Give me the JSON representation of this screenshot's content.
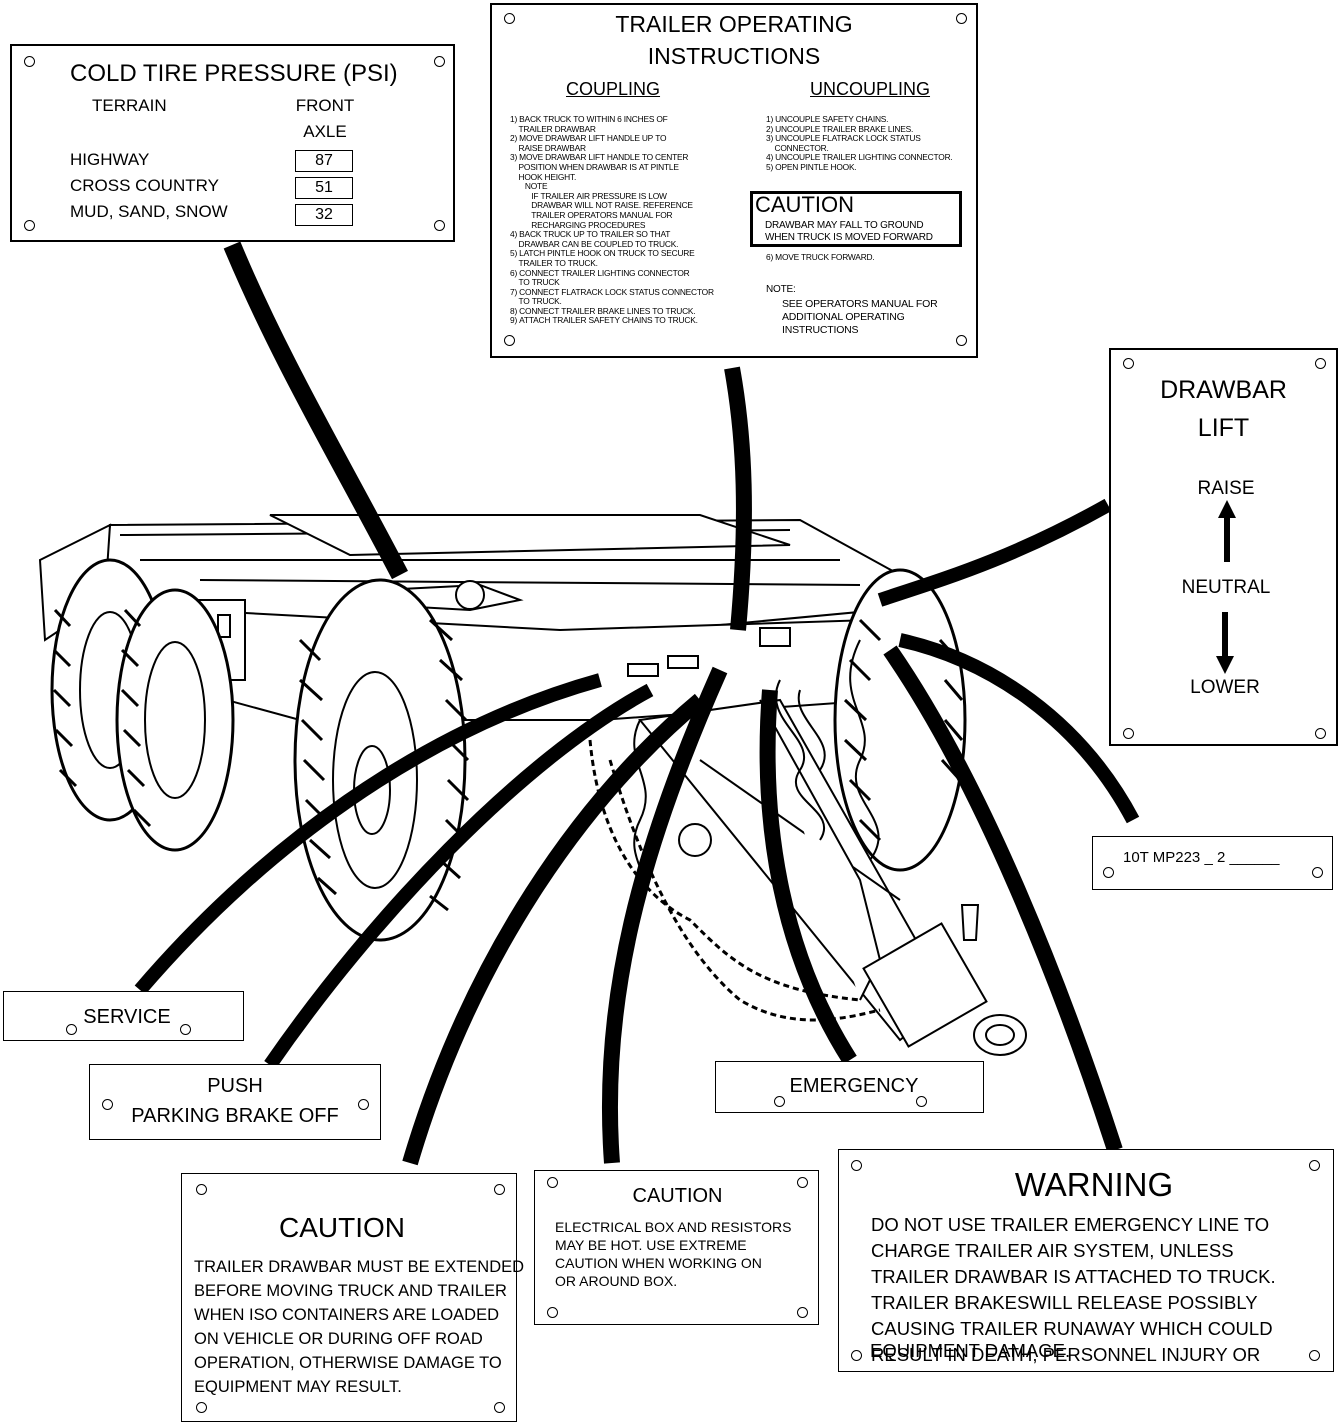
{
  "tire_plate": {
    "title": "COLD TIRE PRESSURE (PSI)",
    "col_terrain": "TERRAIN",
    "col_front": "FRONT",
    "col_axle": "AXLE",
    "rows": [
      {
        "terrain": "HIGHWAY",
        "psi": "87"
      },
      {
        "terrain": "CROSS COUNTRY",
        "psi": "51"
      },
      {
        "terrain": "MUD, SAND, SNOW",
        "psi": "32"
      }
    ]
  },
  "operating_plate": {
    "title_line1": "TRAILER OPERATING",
    "title_line2": "INSTRUCTIONS",
    "coupling_heading": "COUPLING",
    "uncoupling_heading": "UNCOUPLING",
    "coupling_steps": [
      "1) BACK TRUCK TO WITHIN 6 INCHES OF",
      "    TRAILER DRAWBAR",
      "2) MOVE DRAWBAR LIFT HANDLE UP TO",
      "    RAISE DRAWBAR",
      "3) MOVE DRAWBAR LIFT HANDLE TO CENTER",
      "    POSITION WHEN DRAWBAR IS AT PINTLE",
      "    HOOK HEIGHT.",
      "       NOTE",
      "          IF TRAILER AIR PRESSURE IS LOW",
      "          DRAWBAR WILL NOT RAISE. REFERENCE",
      "          TRAILER OPERATORS MANUAL FOR",
      "          RECHARGING PROCEDURES",
      "4) BACK TRUCK UP TO TRAILER SO THAT",
      "    DRAWBAR CAN BE COUPLED TO TRUCK.",
      "5) LATCH PINTLE HOOK ON TRUCK TO SECURE",
      "    TRAILER TO TRUCK.",
      "6) CONNECT TRAILER LIGHTING CONNECTOR",
      "    TO TRUCK",
      "7) CONNECT FLATRACK LOCK STATUS CONNECTOR",
      "    TO TRUCK.",
      "8) CONNECT TRAILER BRAKE LINES TO TRUCK.",
      "9) ATTACH TRAILER SAFETY CHAINS TO TRUCK."
    ],
    "uncoupling_steps": [
      "1) UNCOUPLE SAFETY CHAINS.",
      "2) UNCOUPLE TRAILER BRAKE LINES.",
      "3) UNCOUPLE FLATRACK LOCK STATUS",
      "    CONNECTOR.",
      "4) UNCOUPLE TRAILER LIGHTING CONNECTOR.",
      "5) OPEN PINTLE HOOK."
    ],
    "caution_title": "CAUTION",
    "caution_line1": "DRAWBAR MAY FALL TO GROUND",
    "caution_line2": "WHEN TRUCK IS MOVED FORWARD",
    "step6": "6) MOVE TRUCK FORWARD.",
    "note_label": "NOTE:",
    "note_lines": [
      "SEE OPERATORS MANUAL FOR",
      "ADDITIONAL OPERATING",
      "INSTRUCTIONS"
    ]
  },
  "drawbar_plate": {
    "title_line1": "DRAWBAR",
    "title_line2": "LIFT",
    "raise": "RAISE",
    "neutral": "NEUTRAL",
    "lower": "LOWER"
  },
  "id_plate": {
    "text": "10T MP223 _ 2 ______"
  },
  "service_plate": {
    "text": "SERVICE"
  },
  "parking_plate": {
    "line1": "PUSH",
    "line2": "PARKING BRAKE OFF"
  },
  "emergency_plate": {
    "text": "EMERGENCY"
  },
  "caution_drawbar_plate": {
    "title": "CAUTION",
    "lines": [
      "TRAILER DRAWBAR MUST BE EXTENDED",
      "BEFORE MOVING TRUCK AND TRAILER",
      "WHEN ISO CONTAINERS ARE LOADED",
      "ON VEHICLE OR DURING OFF ROAD",
      "OPERATION, OTHERWISE DAMAGE TO",
      "EQUIPMENT MAY RESULT."
    ]
  },
  "caution_electrical_plate": {
    "title": "CAUTION",
    "lines": [
      "ELECTRICAL BOX AND RESISTORS",
      "MAY BE HOT.   USE EXTREME",
      "CAUTION WHEN WORKING ON",
      "OR AROUND BOX."
    ]
  },
  "warning_plate": {
    "title": "WARNING",
    "lines": [
      "DO NOT USE TRAILER EMERGENCY LINE TO",
      "CHARGE TRAILER AIR SYSTEM, UNLESS",
      "TRAILER DRAWBAR IS ATTACHED TO TRUCK.",
      "TRAILER BRAKESWILL RELEASE POSSIBLY",
      "CAUSING TRAILER RUNAWAY WHICH COULD",
      "RESULT IN DEATH, PERSONNEL INJURY OR",
      "EQUIPMENT DAMAGE."
    ]
  }
}
